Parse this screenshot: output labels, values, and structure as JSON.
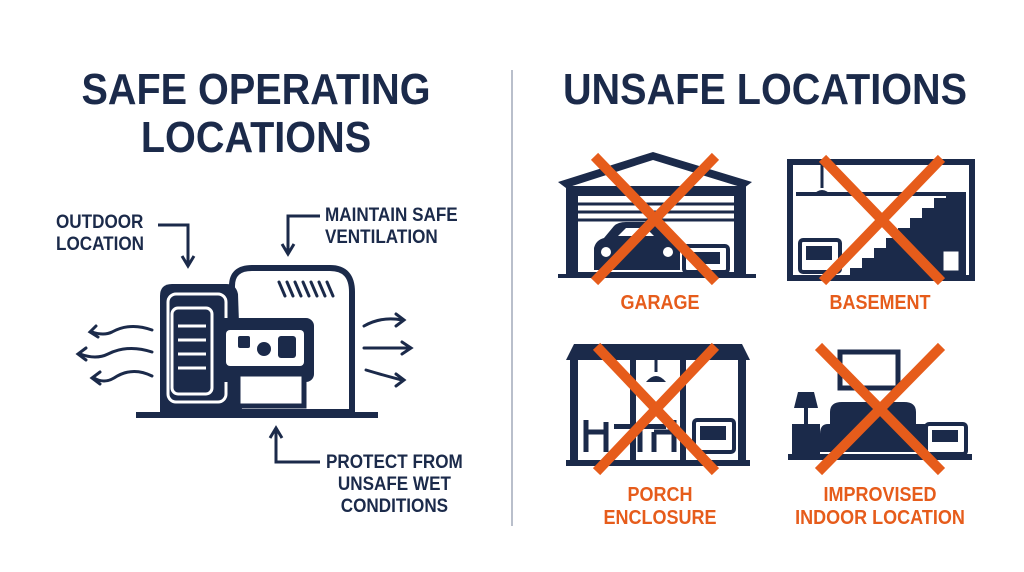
{
  "left_panel": {
    "title_lines": [
      "SAFE OPERATING",
      "LOCATIONS"
    ],
    "callouts": {
      "outdoor": [
        "OUTDOOR",
        "LOCATION"
      ],
      "ventilation": [
        "MAINTAIN SAFE",
        "VENTILATION"
      ],
      "wet": [
        "PROTECT FROM",
        "UNSAFE WET",
        "CONDITIONS"
      ]
    }
  },
  "right_panel": {
    "title": "UNSAFE LOCATIONS",
    "locations": [
      {
        "label_lines": [
          "GARAGE"
        ],
        "icon": "garage-icon"
      },
      {
        "label_lines": [
          "BASEMENT"
        ],
        "icon": "basement-icon"
      },
      {
        "label_lines": [
          "PORCH",
          "ENCLOSURE"
        ],
        "icon": "porch-icon"
      },
      {
        "label_lines": [
          "IMPROVISED",
          "INDOOR LOCATION"
        ],
        "icon": "living-room-icon"
      }
    ]
  },
  "colors": {
    "navy": "#1b2a4a",
    "orange": "#e65c1b",
    "divider": "#b9bfcb",
    "background": "#ffffff"
  }
}
